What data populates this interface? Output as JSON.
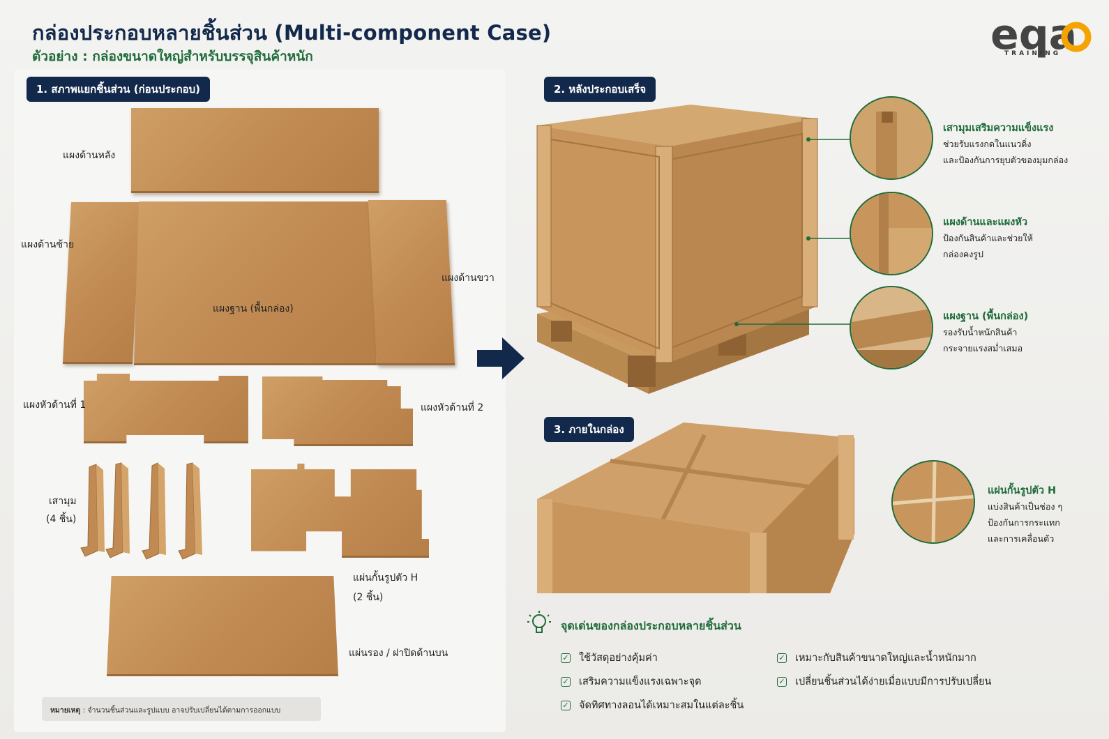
{
  "header": {
    "title": "กล่องประกอบหลายชิ้นส่วน (Multi-component Case)",
    "subtitle": "ตัวอย่าง : กล่องขนาดใหญ่สำหรับบรรจุสินค้าหนัก",
    "logo_text": "eqa",
    "logo_sub": "TRAINING"
  },
  "sections": {
    "s1": "1. สภาพแยกชิ้นส่วน (ก่อนประกอบ)",
    "s2": "2. หลังประกอบเสร็จ",
    "s3": "3. ภายในกล่อง"
  },
  "parts": {
    "back": "แผงด้านหลัง",
    "left": "แผงด้านซ้าย",
    "right": "แผงด้านขวา",
    "base": "แผงฐาน (พื้นกล่อง)",
    "end1": "แผงหัวด้านที่ 1",
    "end2": "แผงหัวด้านที่ 2",
    "corners_l1": "เสามุม",
    "corners_l2": "(4 ชิ้น)",
    "divider_l1": "แผ่นกั้นรูปตัว H",
    "divider_l2": "(2 ชิ้น)",
    "pad": "แผ่นรอง / ฝาปิดด้านบน"
  },
  "note": {
    "prefix": "หมายเหตุ",
    "text": " : จำนวนชิ้นส่วนและรูปแบบ อาจปรับเปลี่ยนได้ตามการออกแบบ"
  },
  "callouts": [
    {
      "title": "เสามุมเสริมความแข็งแรง",
      "line1": "ช่วยรับแรงกดในแนวดิ่ง",
      "line2": "และป้องกันการยุบตัวของมุมกล่อง"
    },
    {
      "title": "แผงด้านและแผงหัว",
      "line1": "ป้องกันสินค้าและช่วยให้",
      "line2": "กล่องคงรูป"
    },
    {
      "title": "แผงฐาน (พื้นกล่อง)",
      "line1": "รองรับน้ำหนักสินค้า",
      "line2": "กระจายแรงสม่ำเสมอ"
    },
    {
      "title": "แผ่นกั้นรูปตัว H",
      "line1": "แบ่งสินค้าเป็นช่อง ๆ",
      "line2": "ป้องกันการกระแทก",
      "line3": "และการเคลื่อนตัว"
    }
  ],
  "highlights": {
    "title": "จุดเด่นของกล่องประกอบหลายชิ้นส่วน",
    "items": [
      "ใช้วัสดุอย่างคุ้มค่า",
      "เหมาะกับสินค้าขนาดใหญ่และน้ำหนักมาก",
      "เสริมความแข็งแรงเฉพาะจุด",
      "เปลี่ยนชิ้นส่วนได้ง่ายเมื่อแบบมีการปรับเปลี่ยน",
      "จัดทิศทางลอนได้เหมาะสมในแต่ละชิ้น"
    ]
  },
  "colors": {
    "navy": "#13294b",
    "green": "#1f6b3a",
    "cardboard": "#c79559",
    "logo_orange": "#f4a300"
  },
  "icons": [
    "arrow-right-icon",
    "lightbulb-icon",
    "check-icon"
  ]
}
